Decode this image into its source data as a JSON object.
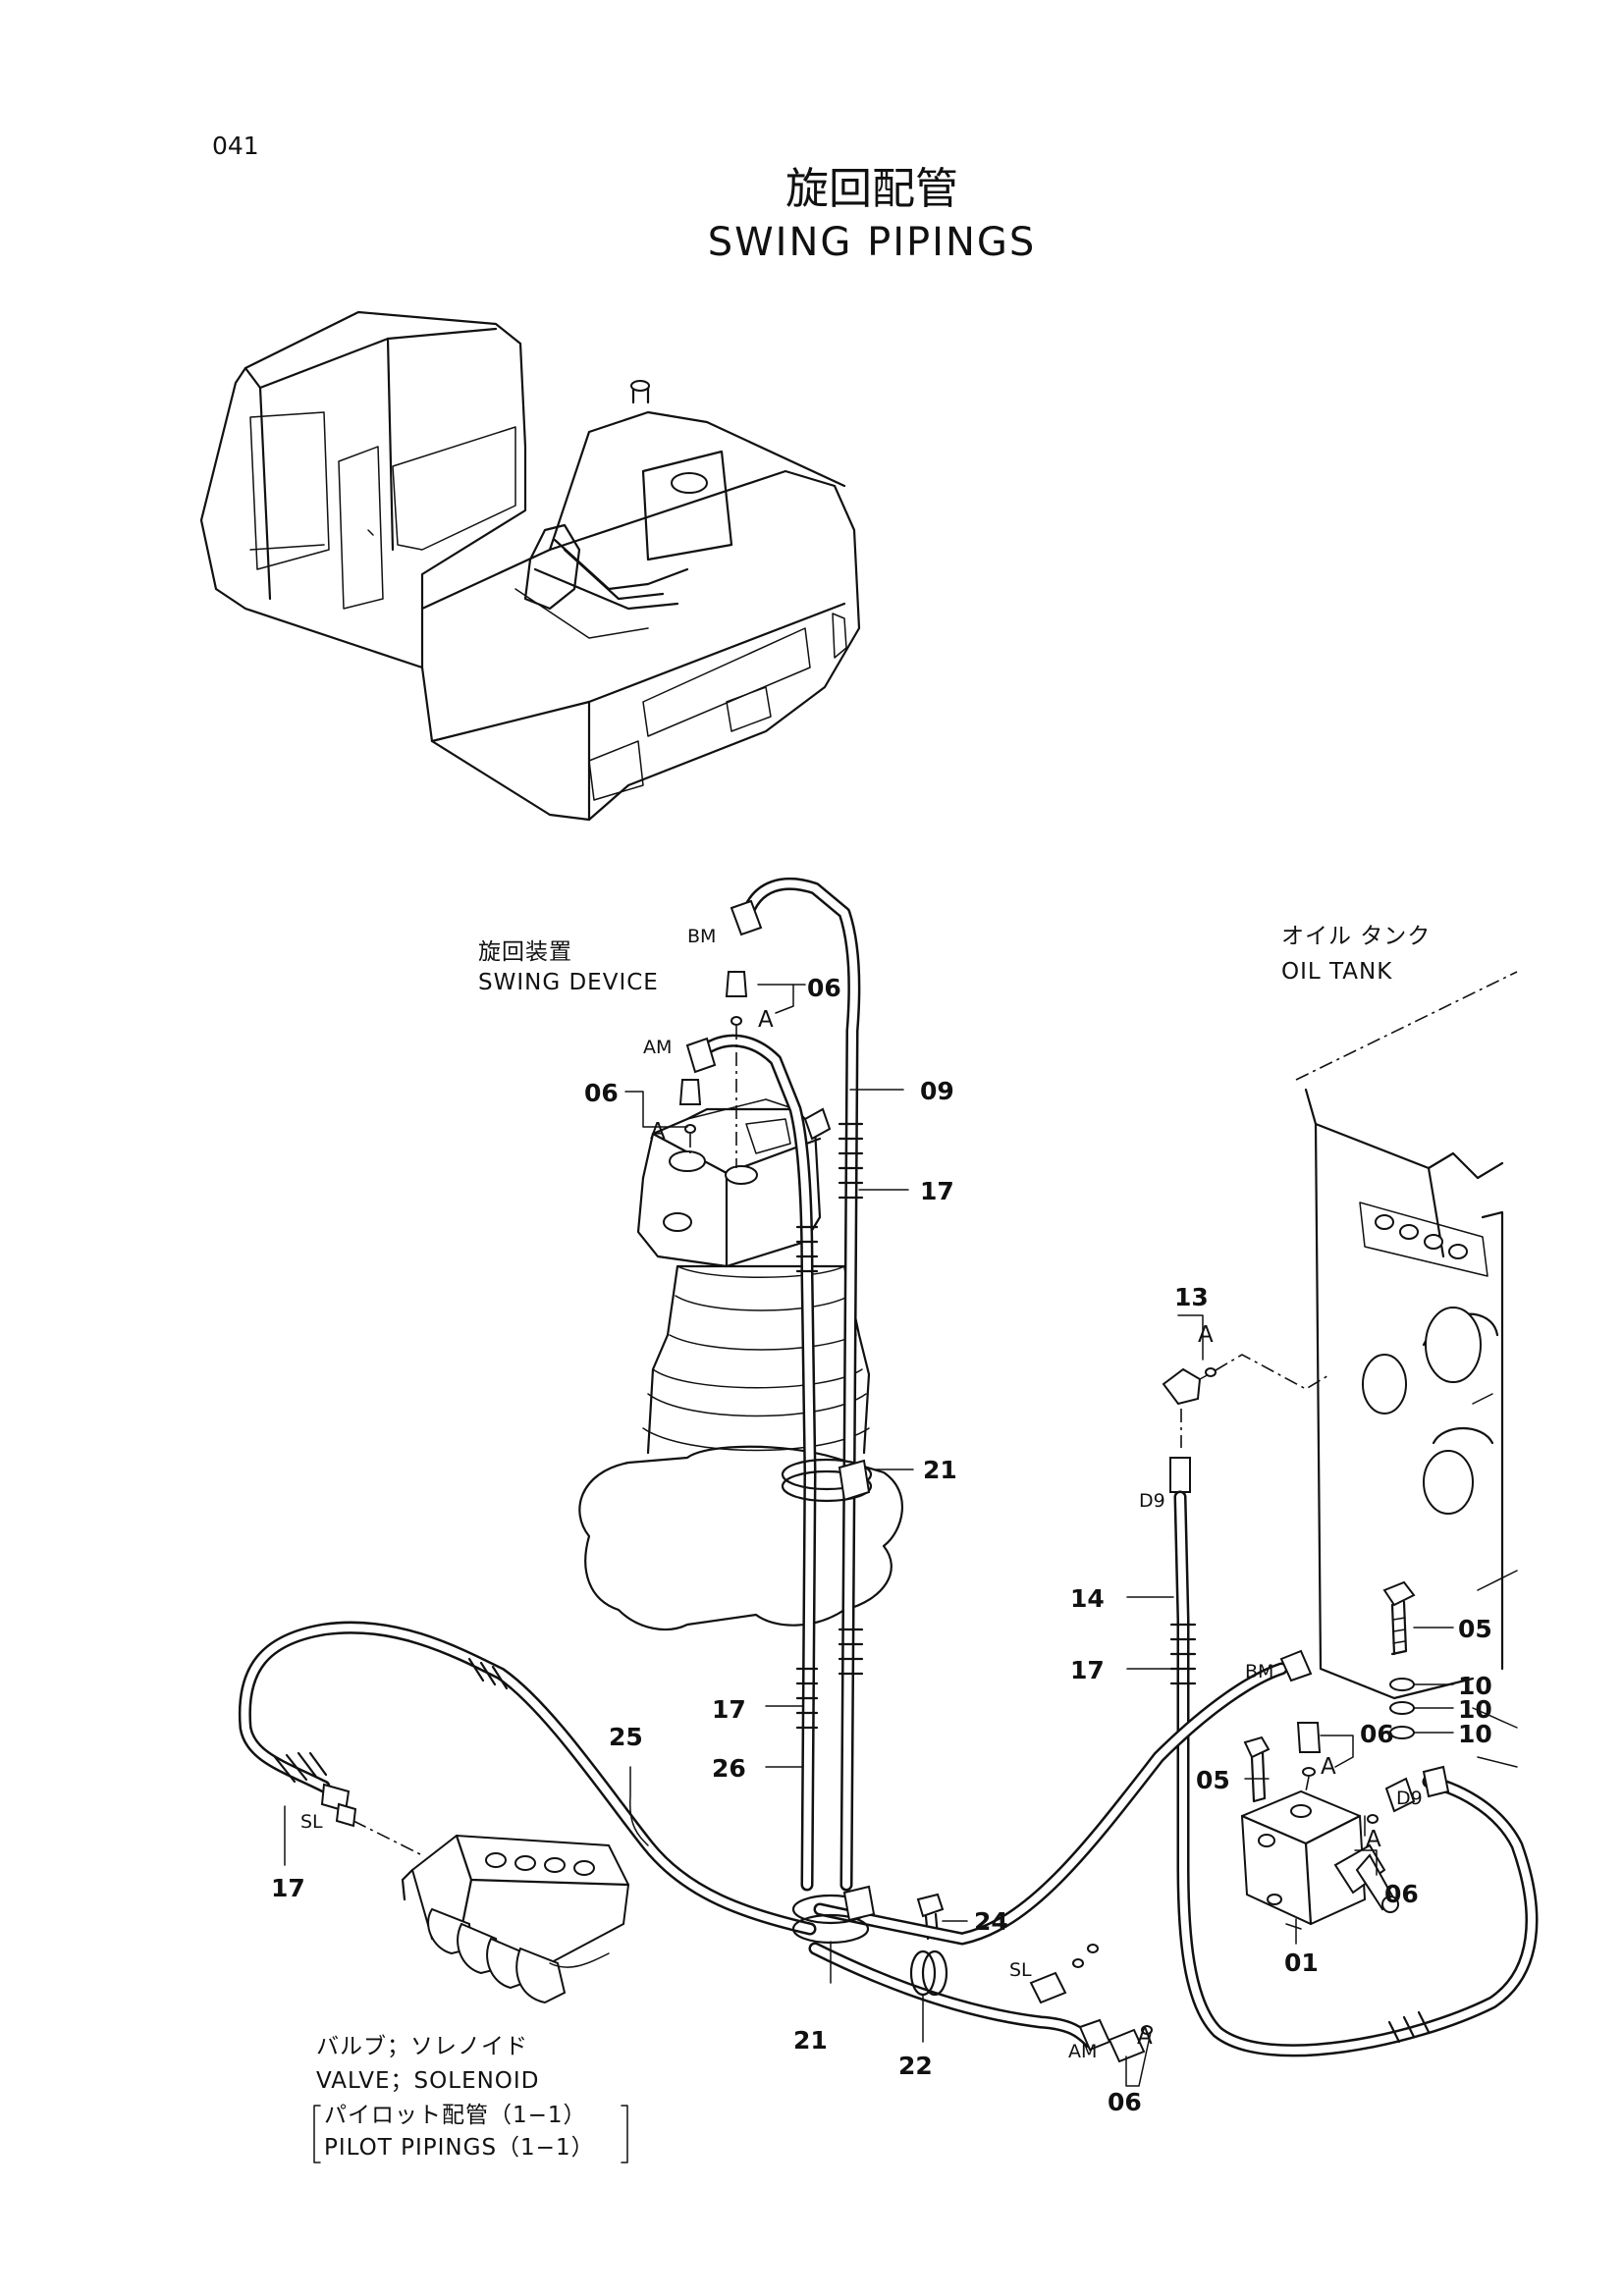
{
  "page": {
    "number": "041",
    "title_jp": "旋回配管",
    "title_en": "SWING PIPINGS"
  },
  "components": {
    "swing_device_jp": "旋回装置",
    "swing_device_en": "SWING DEVICE",
    "oil_tank_jp": "オイル タンク",
    "oil_tank_en": "OIL TANK",
    "valve_jp": "バルブ；ソレノイド",
    "valve_en": "VALVE；SOLENOID",
    "pilot_jp": "パイロット配管（1−1）",
    "pilot_en": "PILOT PIPINGS（1−1）"
  },
  "ports": {
    "bm": "BM",
    "am": "AM",
    "sl": "SL",
    "d9": "D9",
    "a": "A"
  },
  "parts": {
    "p01": "01",
    "p05": "05",
    "p06": "06",
    "p09": "09",
    "p10": "10",
    "p13": "13",
    "p14": "14",
    "p17": "17",
    "p21": "21",
    "p22": "22",
    "p24": "24",
    "p25": "25",
    "p26": "26"
  }
}
